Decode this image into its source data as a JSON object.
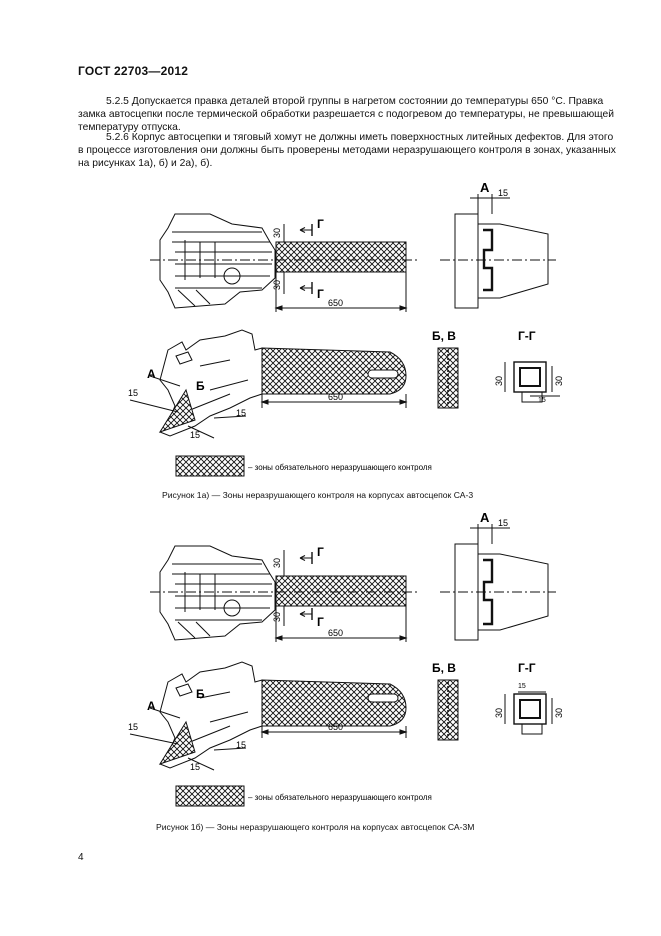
{
  "header": {
    "standard": "ГОСТ  22703—2012"
  },
  "paragraphs": {
    "p525_a": "5.2.5  Допускается правка деталей второй группы в нагретом состоянии до температуры 650 °С.",
    "p525_b": "Правка замка автосцепки после термической обработки разрешается с подогревом до температуры, не превышающей температуру отпуска.",
    "p526_a": "5.2.6 Корпус автосцепки и тяговый хомут не должны иметь поверхностных литейных дефектов.",
    "p526_b": "Для этого в процессе изготовления они должны быть проверены методами неразрушающего контроля в зонах, указанных на рисунках 1а), б) и 2а), б)."
  },
  "labels": {
    "dim_650": "650",
    "dim_30": "30",
    "dim_15": "15",
    "section_g": "Г",
    "view_a": "А",
    "view_b": "Б",
    "view_bv": "Б, В",
    "section_gg": "Г-Г",
    "legend": "– зоны обязательного неразрушающего контроля"
  },
  "figures": [
    {
      "caption": "Рисунок  1а) — Зоны неразрушающего контроля на корпусах автосцепок СА-3"
    },
    {
      "caption": "Рисунок  1б) — Зоны неразрушающего контроля на корпусах автосцепок СА-3М"
    }
  ],
  "page": {
    "number": "4"
  }
}
